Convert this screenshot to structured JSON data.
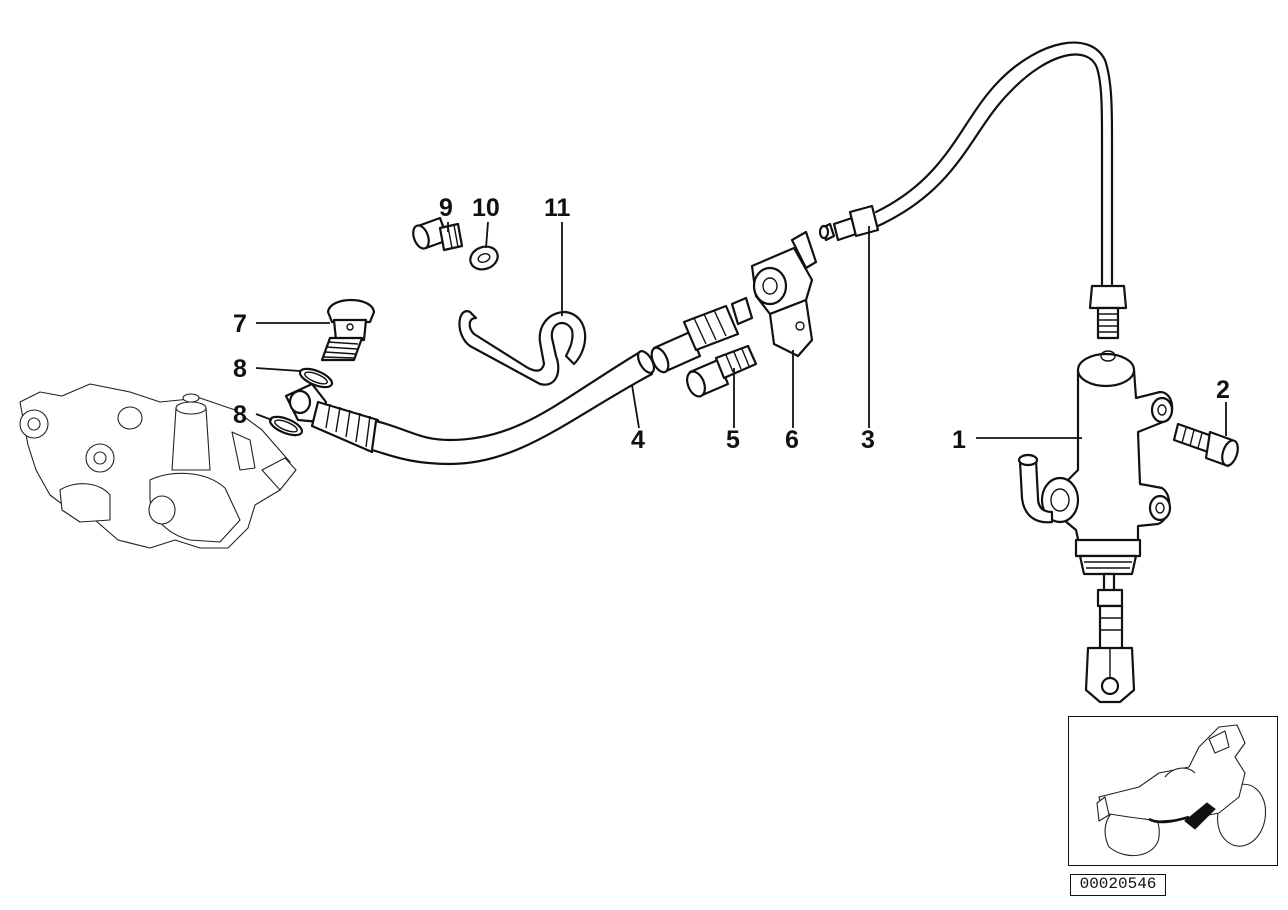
{
  "diagram": {
    "callouts": {
      "c1": "1",
      "c2": "2",
      "c3": "3",
      "c4": "4",
      "c5": "5",
      "c6": "6",
      "c7": "7",
      "c8a": "8",
      "c8b": "8",
      "c9": "9",
      "c10": "10",
      "c11": "11"
    },
    "reference_code": "00020546"
  }
}
